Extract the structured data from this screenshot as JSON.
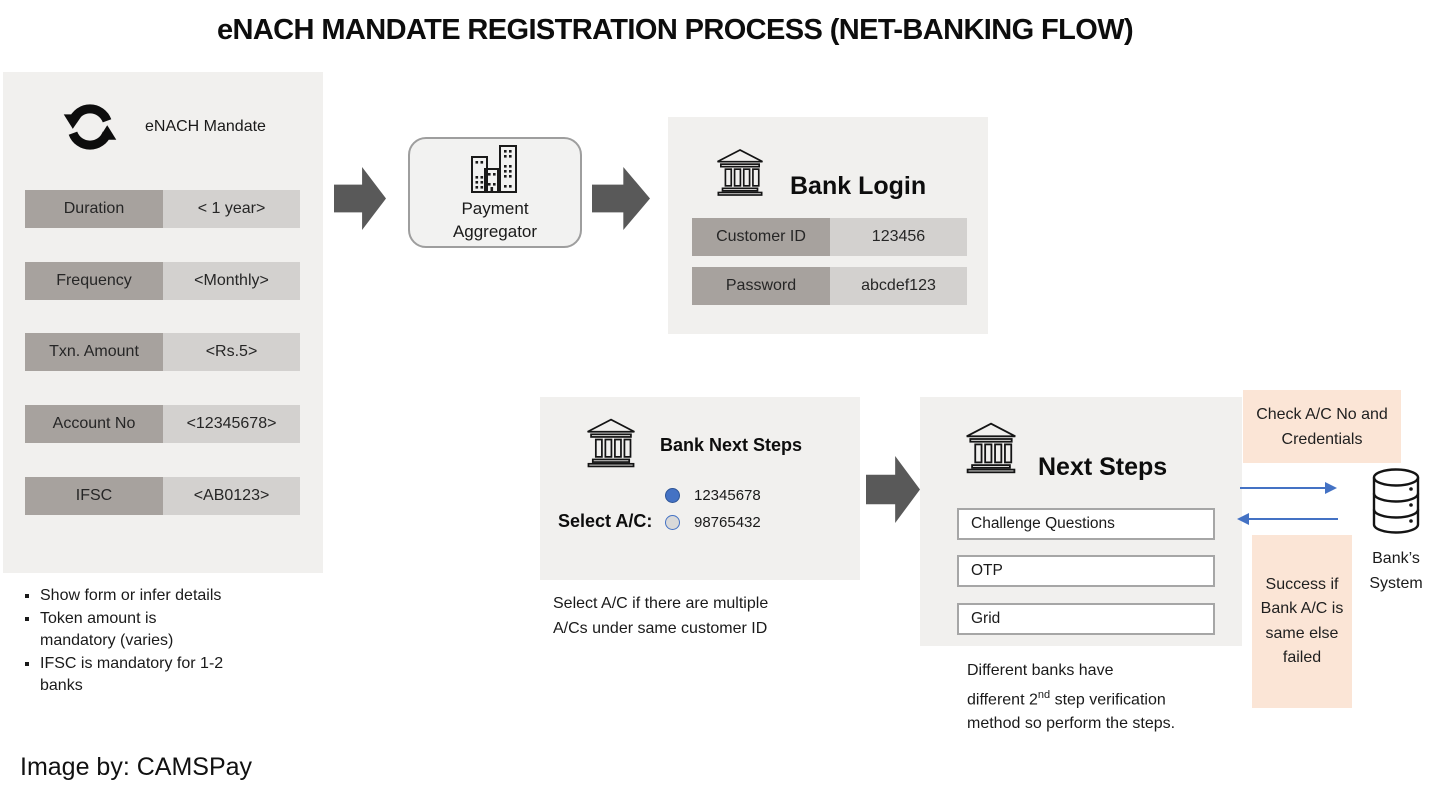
{
  "title": "eNACH MANDATE REGISTRATION PROCESS (NET-BANKING FLOW)",
  "colors": {
    "accent_blue": "#4472c4",
    "peach": "#fbe5d6",
    "flow_arrow_gray": "#595959",
    "label_cell_gray": "#a7a29e",
    "value_cell_gray": "#d3d1cf",
    "panel_bg": "#f1f0ee"
  },
  "mandate_panel": {
    "header": {
      "icon": "sync-icon",
      "label": "eNACH Mandate"
    },
    "fields": [
      {
        "label": "Duration",
        "value": "< 1 year>"
      },
      {
        "label": "Frequency",
        "value": "<Monthly>"
      },
      {
        "label": "Txn. Amount",
        "value": "<Rs.5>"
      },
      {
        "label": "Account No",
        "value": "<12345678>"
      },
      {
        "label": "IFSC",
        "value": "<AB0123>"
      }
    ],
    "notes": [
      "Show form or infer details",
      "Token amount is mandatory (varies)",
      "IFSC is mandatory for 1-2 banks"
    ]
  },
  "aggregator": {
    "icon": "buildings-icon",
    "label": "Payment\nAggregator"
  },
  "bank_login": {
    "icon": "bank-icon",
    "title": "Bank Login",
    "fields": [
      {
        "label": "Customer ID",
        "value": "123456"
      },
      {
        "label": "Password",
        "value": "abcdef123"
      }
    ]
  },
  "bank_next_steps": {
    "icon": "bank-icon",
    "title": "Bank Next Steps",
    "select_label": "Select A/C:",
    "accounts": [
      {
        "number": "12345678",
        "selected": true
      },
      {
        "number": "98765432",
        "selected": false
      }
    ],
    "caption": "Select A/C if there are multiple A/Cs under same customer ID"
  },
  "next_steps": {
    "icon": "bank-icon",
    "title": "Next Steps",
    "options": [
      "Challenge Questions",
      "OTP",
      "Grid"
    ],
    "caption_line1": "Different banks have",
    "caption_line2_pre": "different 2",
    "caption_line2_sup": "nd",
    "caption_line2_post": " step verification",
    "caption_line3": "method so perform the steps."
  },
  "bank_system": {
    "check_label": "Check A/C No and Credentials",
    "icon": "database-icon",
    "label": "Bank’s System",
    "result_label": "Success if Bank A/C is same else failed"
  },
  "credit": "Image by: CAMSPay"
}
